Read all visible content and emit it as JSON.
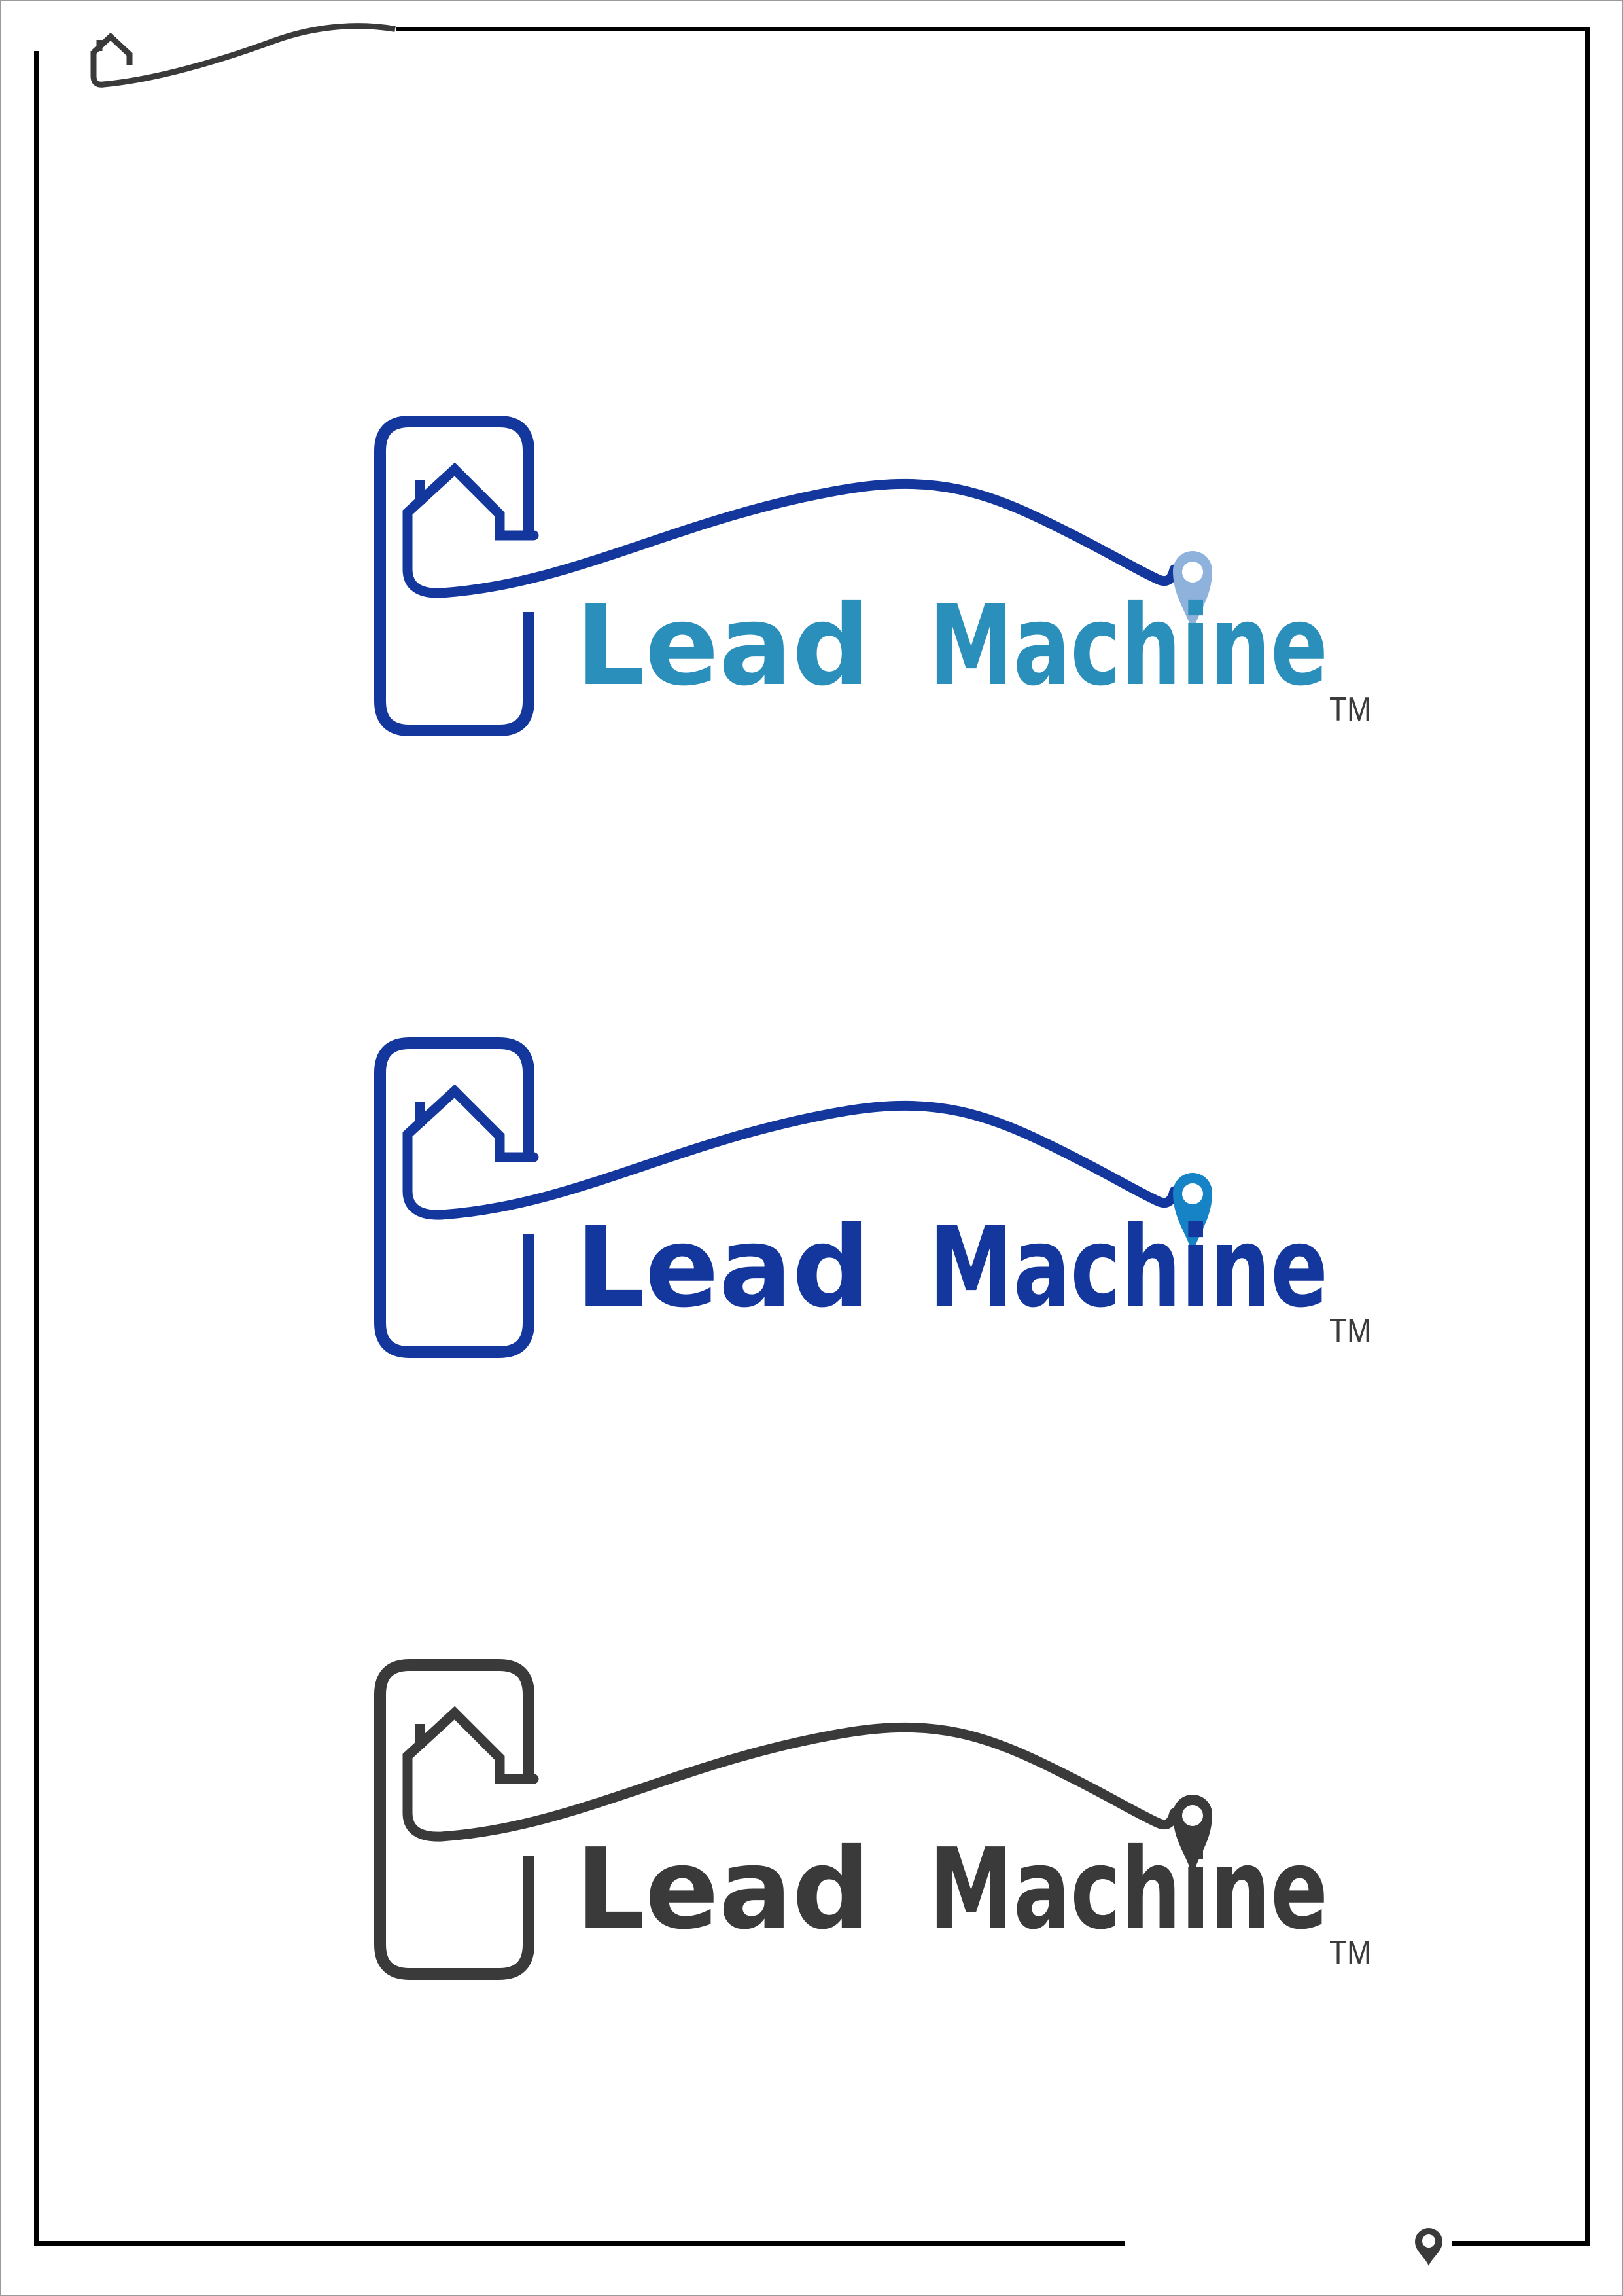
{
  "page": {
    "background": "#ffffff",
    "edge_color": "#9a9a9a"
  },
  "frame": {
    "border_color": "#000000",
    "decoration_color": "#3a3a3a",
    "top_left_icon": "house-swoosh-icon",
    "bottom_right_icon": "location-pin-icon"
  },
  "brand": {
    "name": "Lead Machine",
    "word1": "Lead",
    "word2": "Machine",
    "trademark": "TM"
  },
  "logos": [
    {
      "variant": "two-tone light blue wordmark",
      "mark_color": "#14379d",
      "text_color": "#2a8fba",
      "pin_color": "#8fb2dd",
      "tm_color": "#3b3b3b"
    },
    {
      "variant": "solid dark blue wordmark",
      "mark_color": "#14379d",
      "text_color": "#14379d",
      "pin_color": "#1583c5",
      "tm_color": "#3b3b3b"
    },
    {
      "variant": "solid charcoal wordmark",
      "mark_color": "#3a3a3a",
      "text_color": "#3a3a3a",
      "pin_color": "#3a3a3a",
      "tm_color": "#3b3b3b"
    }
  ]
}
